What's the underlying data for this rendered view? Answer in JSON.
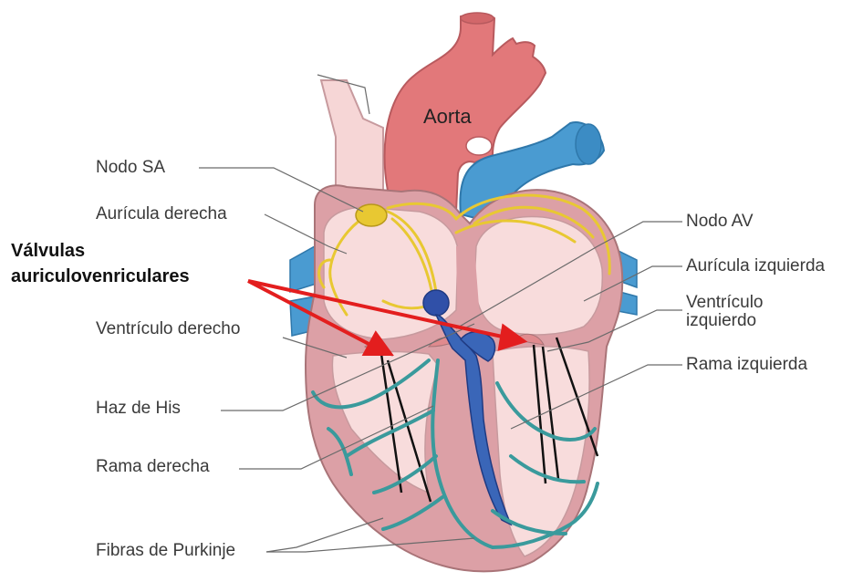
{
  "title_labels": {
    "aorta": "Aorta",
    "valves_line1": "Válvulas",
    "valves_line2": "auriculovenriculares"
  },
  "left_labels": {
    "sa_node": "Nodo SA",
    "right_atrium": "Aurícula derecha",
    "right_ventricle": "Ventrículo derecho",
    "his_bundle": "Haz de His",
    "right_branch": "Rama derecha",
    "purkinje": "Fibras de Purkinje"
  },
  "right_labels": {
    "av_node": "Nodo AV",
    "left_atrium": "Aurícula izquierda",
    "left_ventricle_1": "Ventrículo",
    "left_ventricle_2": "izquierdo",
    "left_branch": "Rama izquierda"
  },
  "colors": {
    "aorta": "#e2787a",
    "vessels_blue": "#4a9bd1",
    "heart_wall": "#dca0a6",
    "chamber": "#f8dcdc",
    "conduction": "#e8c832",
    "node_av": "#3050a8",
    "purkinje": "#3a9a9c",
    "arrow": "#e31e1e"
  }
}
